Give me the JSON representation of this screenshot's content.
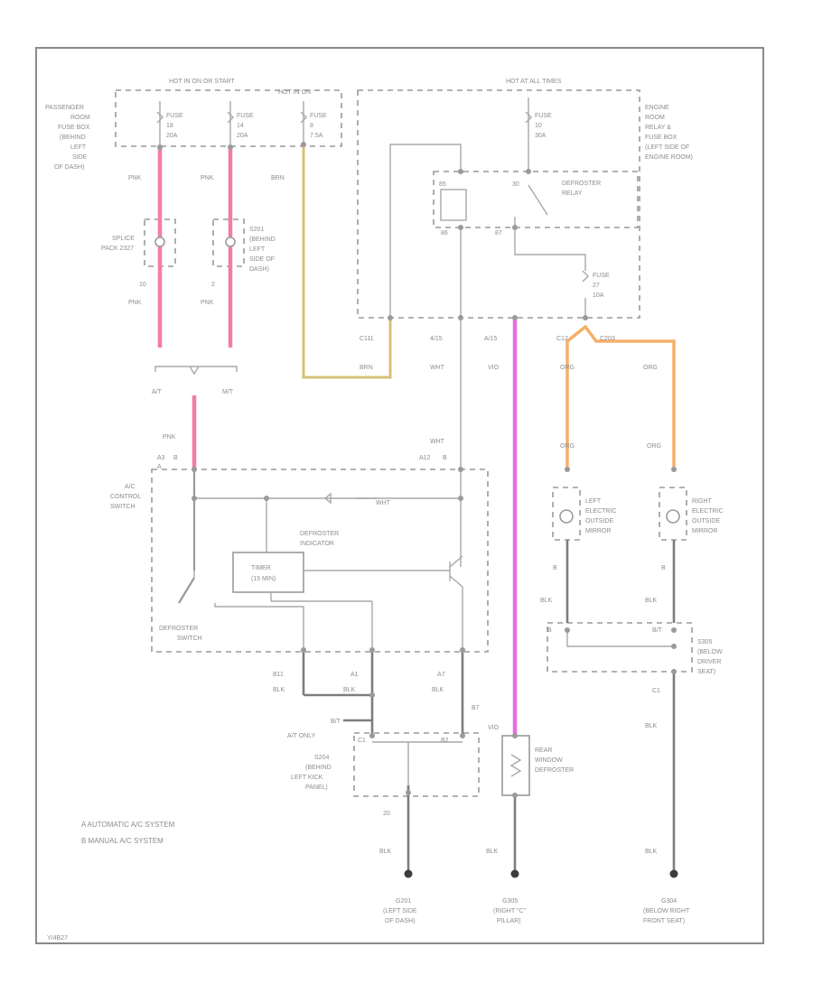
{
  "labels": {
    "hot_run_start": "HOT IN ON OR START",
    "hot_in_on": "HOT IN ON",
    "hot_at_all_times": "HOT AT ALL TIMES",
    "passenger_fuse_box": [
      "PASSENGER",
      "ROOM",
      "FUSE BOX",
      "(BEHIND",
      "LEFT",
      "SIDE",
      "OF DASH)"
    ],
    "engine_fuse_box": [
      "ENGINE",
      "ROOM",
      "RELAY &",
      "FUSE BOX",
      "(LEFT SIDE OF",
      "ENGINE ROOM)"
    ],
    "fuse_a": [
      "FUSE",
      "18",
      "20A"
    ],
    "fuse_b": [
      "FUSE",
      "14",
      "20A"
    ],
    "fuse_c": [
      "FUSE",
      "8",
      "7.5A"
    ],
    "fuse_d": [
      "FUSE",
      "10",
      "30A"
    ],
    "fuse_e": [
      "FUSE",
      "27",
      "10A"
    ],
    "defroster_relay": [
      "DEFROSTER",
      "RELAY"
    ],
    "relay_pins": {
      "p1": "85",
      "p2": "30",
      "p3": "86",
      "p4": "87"
    },
    "splice_pack": [
      "SPLICE",
      "PACK 2327"
    ],
    "s201": [
      "S201",
      "(BEHIND",
      "LEFT",
      "SIDE OF",
      "DASH)"
    ],
    "pin_10": "10",
    "pin_2": "2",
    "pnk_1": "PNK",
    "pnk_2": "PNK",
    "pnk_3": "PNK",
    "pnk_4": "PNK",
    "pnk_5": "PNK",
    "brn_1": "BRN",
    "brn_2": "BRN",
    "at_label": "A/T",
    "mt_label": "M/T",
    "conn_c11": "C111",
    "conn_415": "4/15",
    "conn_415b": "A/15",
    "conn_c12": "C12",
    "conn_c203": "C203",
    "wht_1": "WHT",
    "wht_2": "WHT",
    "wht_3": "WHT",
    "vio_1": "VIO",
    "vio_2": "VIO",
    "org_1": "ORG",
    "org_2": "ORG",
    "org_3": "ORG",
    "org_4": "ORG",
    "ac_control_switch": [
      "A/C",
      "CONTROL",
      "SWITCH"
    ],
    "ac_pins_left": [
      "A3",
      "B",
      "A"
    ],
    "ac_pins_right": [
      "A12",
      "B"
    ],
    "defroster_indicator": [
      "DEFROSTER",
      "INDICATOR"
    ],
    "timer": [
      "TIMER",
      "(15 MIN)"
    ],
    "defroster_switch": [
      "DEFROSTER",
      "SWITCH"
    ],
    "left_mirror": [
      "LEFT",
      "ELECTRIC",
      "OUTSIDE",
      "MIRROR"
    ],
    "right_mirror": [
      "RIGHT",
      "ELECTRIC",
      "OUTSIDE",
      "MIRROR"
    ],
    "pin_b_left": "B",
    "pin_b_right": "B",
    "blk": [
      "BLK",
      "BLK",
      "BLK",
      "BLK",
      "BLK",
      "BLK",
      "BLK",
      "BLK",
      "BLK"
    ],
    "c_b11": "B11",
    "c_a1": "A1",
    "c_a7": "A7",
    "c_b7": "B7",
    "mt_only_b": "B/T",
    "at_only": "A/T ONLY",
    "s204": [
      "S204",
      "(BEHIND",
      "LEFT KICK",
      "PANEL)"
    ],
    "s_pins": [
      "C1",
      "B2"
    ],
    "s_pin_20": "20",
    "rear_defroster": [
      "REAR",
      "WINDOW",
      "DEFROSTER"
    ],
    "s305": [
      "S305",
      "(BELOW",
      "DRIVER",
      "SEAT)"
    ],
    "s305_pins": [
      "B",
      "B/T",
      "C1"
    ],
    "g201": [
      "G201",
      "(LEFT SIDE",
      "OF DASH)"
    ],
    "g305": [
      "G305",
      "(RIGHT \"C\"",
      "PILLAR)"
    ],
    "g304": [
      "G304",
      "(BELOW RIGHT",
      "FRONT SEAT)"
    ],
    "legend_a": "A   AUTOMATIC A/C SYSTEM",
    "legend_b": "B   MANUAL A/C SYSTEM",
    "corner_id": "Y/4B27"
  },
  "colors": {
    "pnk": "#f07fa8",
    "yel": "#d8c07a",
    "vio": "#e46ee4",
    "org": "#f6b06a"
  }
}
